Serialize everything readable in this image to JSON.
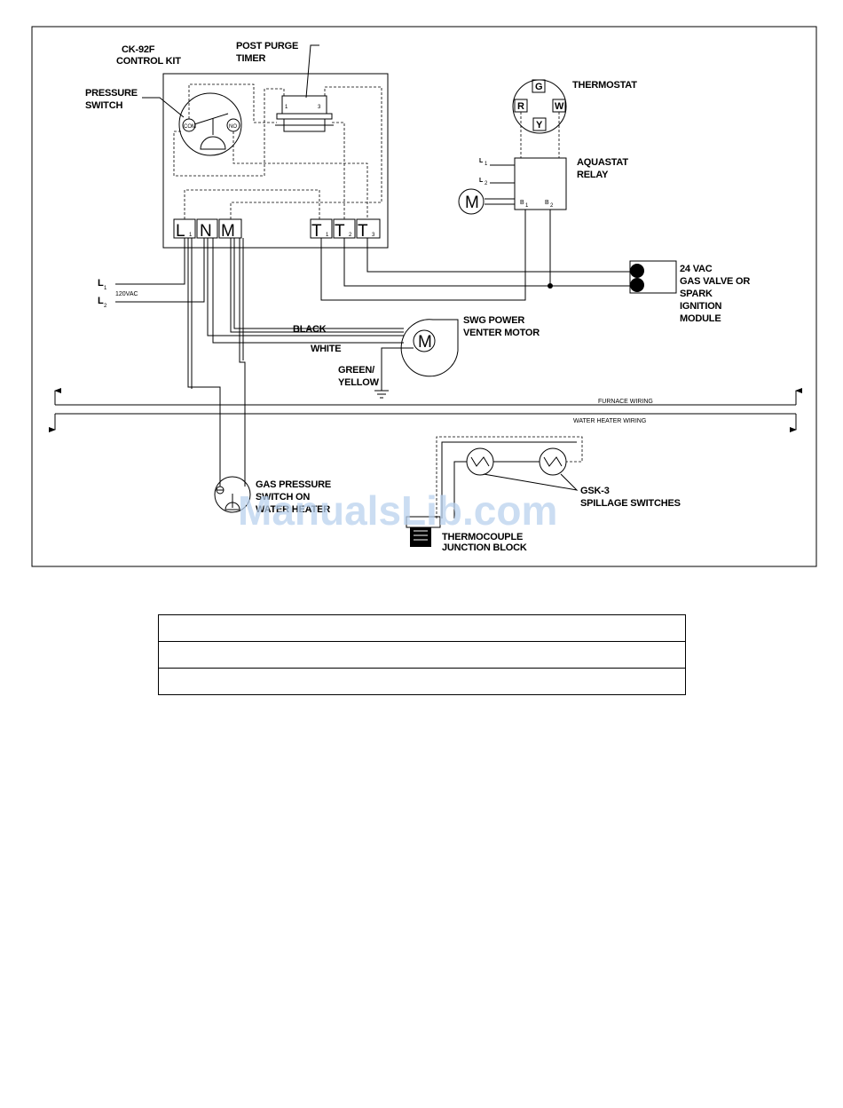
{
  "control_kit": {
    "title_line1": "CK-92F",
    "title_line2": "CONTROL KIT"
  },
  "post_purge_timer": {
    "line1": "POST PURGE",
    "line2": "TIMER",
    "pin1": "1",
    "pin3": "3"
  },
  "pressure_switch": {
    "line1": "PRESSURE",
    "line2": "SWITCH",
    "com": "COM",
    "no": "NO"
  },
  "terminals": {
    "L": "L",
    "L_sub": "1",
    "N": "N",
    "M": "M",
    "T": "T",
    "T1_sub": "1",
    "T2_sub": "2",
    "T3_sub": "3"
  },
  "thermostat": {
    "label": "THERMOSTAT",
    "g": "G",
    "r": "R",
    "w": "W",
    "y": "Y"
  },
  "aquastat_relay": {
    "line1": "AQUASTAT",
    "line2": "RELAY",
    "l1": "L",
    "l1_sub": "1",
    "l2": "L",
    "l2_sub": "2",
    "b1": "B",
    "b1_sub": "1",
    "b2": "B",
    "b2_sub": "2",
    "motor": "M"
  },
  "power_supply": {
    "l1": "L",
    "l1_sub": "1",
    "l2": "L",
    "l2_sub": "2",
    "voltage": "120VAC"
  },
  "gas_valve": {
    "line1": "24 VAC",
    "line2": "GAS VALVE OR",
    "line3": "SPARK",
    "line4": "IGNITION",
    "line5": "MODULE"
  },
  "venter_motor": {
    "line1": "SWG POWER",
    "line2": "VENTER MOTOR",
    "motor": "M"
  },
  "wires": {
    "black": "BLACK",
    "white": "WHITE",
    "ground_line1": "GREEN/",
    "ground_line2": "YELLOW"
  },
  "separators": {
    "furnace": "FURNACE WIRING",
    "water_heater": "WATER HEATER WIRING"
  },
  "gas_pressure_switch": {
    "line1": "GAS PRESSURE",
    "line2": "SWITCH ON",
    "line3": "WATER HEATER"
  },
  "spillage_switches": {
    "line1": "GSK-3",
    "line2": "SPILLAGE SWITCHES"
  },
  "thermocouple": {
    "line1": "THERMOCOUPLE",
    "line2": "JUNCTION BLOCK"
  },
  "watermark": "ManualsLib.com",
  "legend_table": {
    "rows": [
      "",
      "",
      ""
    ]
  }
}
